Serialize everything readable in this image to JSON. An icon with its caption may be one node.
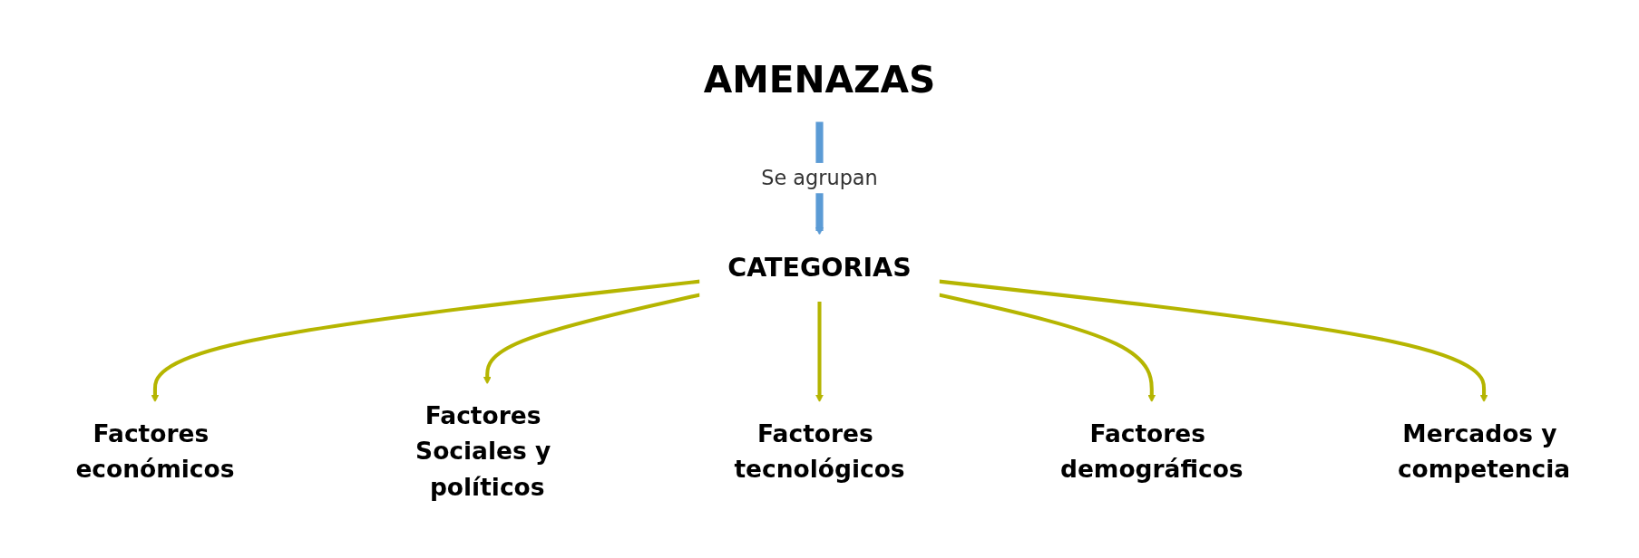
{
  "diagram": {
    "nodes": [
      {
        "text": [
          "AMENAZAS"
        ]
      },
      {
        "text": [
          "CATEGORIAS"
        ]
      },
      {
        "text": [
          "Factores económicos"
        ]
      },
      {
        "text": [
          "Factores Sociales y políticos"
        ]
      },
      {
        "text": [
          "Factores tecnológicos"
        ]
      },
      {
        "text": [
          "Factores demográficos"
        ]
      },
      {
        "text": [
          "Mercados y competencia"
        ]
      }
    ],
    "edges": [
      {
        "from": 0,
        "to": 1,
        "arrow": "to",
        "label": "Se agrupan",
        "style": "thick",
        "color": "#5b9bd5"
      },
      {
        "from": 1,
        "to": 2,
        "arrow": "to"
      },
      {
        "from": 1,
        "to": 3,
        "arrow": "to"
      },
      {
        "from": 1,
        "to": 4,
        "arrow": "to"
      },
      {
        "from": 1,
        "to": 5,
        "arrow": "to"
      },
      {
        "from": 1,
        "to": 6,
        "arrow": "to"
      }
    ]
  }
}
